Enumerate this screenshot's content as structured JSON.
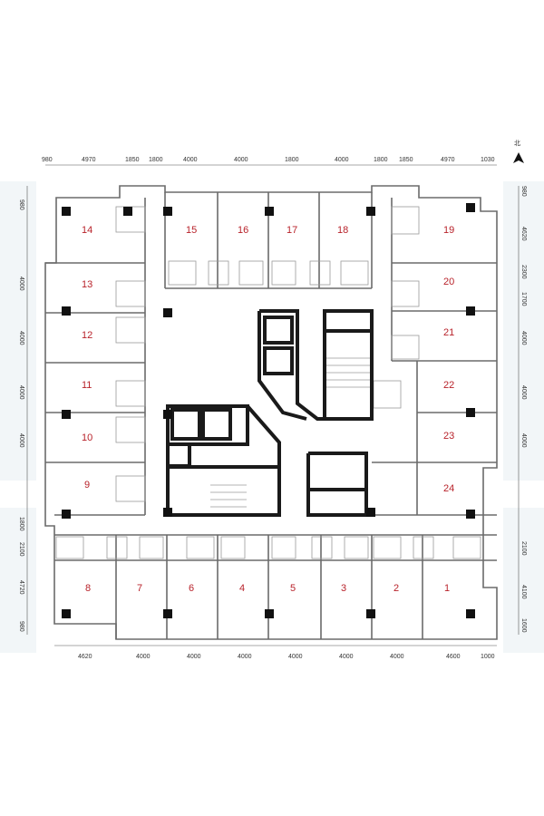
{
  "north_label": "北",
  "colors": {
    "unit_number": "#b8222a",
    "wall": "#6b6b6b",
    "core_wall": "#1a1a1a",
    "column": "#111111"
  },
  "icons": [
    "north-arrow-icon"
  ],
  "dimensions": {
    "top": [
      "980",
      "4970",
      "1850",
      "1800",
      "4000",
      "4000",
      "1800",
      "4000",
      "1800",
      "1850",
      "4970",
      "1030"
    ],
    "bottom": [
      "4620",
      "4000",
      "4000",
      "4000",
      "4000",
      "4000",
      "4000",
      "4600",
      "1000"
    ],
    "left": [
      "980",
      "4000",
      "4000",
      "4000",
      "4000",
      "1800",
      "2100",
      "4720",
      "980"
    ],
    "right": [
      "980",
      "4620",
      "2300",
      "1700",
      "4000",
      "4000",
      "4000",
      "2100",
      "4100",
      "1600"
    ]
  },
  "units": [
    {
      "id": "1",
      "label": "1"
    },
    {
      "id": "2",
      "label": "2"
    },
    {
      "id": "3",
      "label": "3"
    },
    {
      "id": "4",
      "label": "4"
    },
    {
      "id": "5",
      "label": "5"
    },
    {
      "id": "6",
      "label": "6"
    },
    {
      "id": "7",
      "label": "7"
    },
    {
      "id": "8",
      "label": "8"
    },
    {
      "id": "9",
      "label": "9"
    },
    {
      "id": "10",
      "label": "10"
    },
    {
      "id": "11",
      "label": "11"
    },
    {
      "id": "12",
      "label": "12"
    },
    {
      "id": "13",
      "label": "13"
    },
    {
      "id": "14",
      "label": "14"
    },
    {
      "id": "15",
      "label": "15"
    },
    {
      "id": "16",
      "label": "16"
    },
    {
      "id": "17",
      "label": "17"
    },
    {
      "id": "18",
      "label": "18"
    },
    {
      "id": "19",
      "label": "19"
    },
    {
      "id": "20",
      "label": "20"
    },
    {
      "id": "21",
      "label": "21"
    },
    {
      "id": "22",
      "label": "22"
    },
    {
      "id": "23",
      "label": "23"
    },
    {
      "id": "24",
      "label": "24"
    }
  ]
}
